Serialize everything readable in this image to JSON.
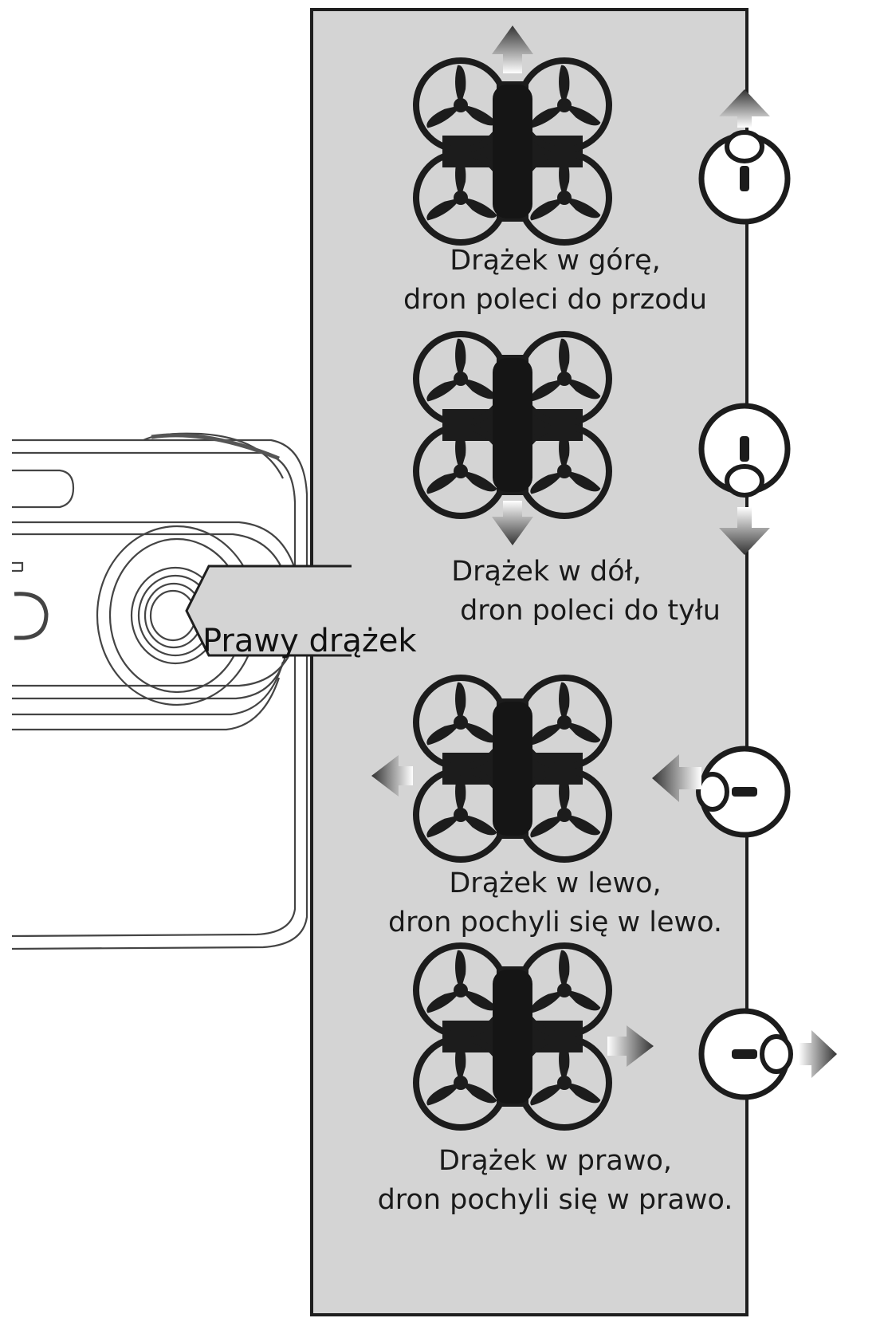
{
  "pointer_label": "Prawy drążek",
  "steps": [
    {
      "line1": "Drążek w górę,",
      "line2": "dron poleci do przodu",
      "stick": "up",
      "drone_motion": "forward"
    },
    {
      "line1": "Drążek w dół,",
      "line2": "dron poleci do tyłu",
      "stick": "down",
      "drone_motion": "backward"
    },
    {
      "line1": "Drążek w lewo,",
      "line2": "dron pochyli się w lewo.",
      "stick": "left",
      "drone_motion": "left"
    },
    {
      "line1": "Drążek w prawo,",
      "line2": "dron pochyli się w prawo.",
      "stick": "right",
      "drone_motion": "right"
    }
  ],
  "colors": {
    "panel": "#d4d4d4",
    "outline": "#1e1e1e",
    "drone": "#1c1c1c",
    "arrow": "#3a3a3a"
  },
  "icons": {
    "drone": "quadcopter-drone-icon",
    "stick": "joystick-stick-icon",
    "arrow": "direction-arrow-icon"
  }
}
